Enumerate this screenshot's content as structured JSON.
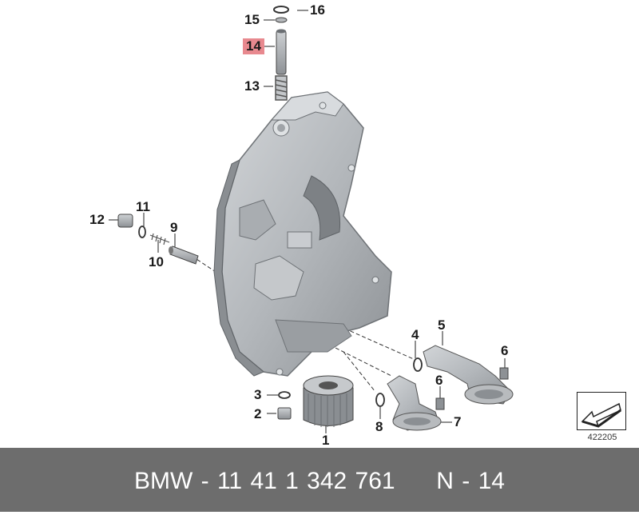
{
  "callouts": [
    {
      "id": "16",
      "label": "16"
    },
    {
      "id": "15",
      "label": "15"
    },
    {
      "id": "14",
      "label": "14",
      "highlighted": true
    },
    {
      "id": "13",
      "label": "13"
    },
    {
      "id": "12",
      "label": "12"
    },
    {
      "id": "11",
      "label": "11"
    },
    {
      "id": "9",
      "label": "9"
    },
    {
      "id": "10",
      "label": "10"
    },
    {
      "id": "4",
      "label": "4"
    },
    {
      "id": "5",
      "label": "5"
    },
    {
      "id": "6a",
      "label": "6"
    },
    {
      "id": "6b",
      "label": "6"
    },
    {
      "id": "7",
      "label": "7"
    },
    {
      "id": "8",
      "label": "8"
    },
    {
      "id": "3",
      "label": "3"
    },
    {
      "id": "2",
      "label": "2"
    },
    {
      "id": "1",
      "label": "1"
    }
  ],
  "reference_number": "422205",
  "footer": {
    "part_number": "BMW - 11 41 1 342 761",
    "position": "N - 14"
  },
  "colors": {
    "highlight": "#e8898f",
    "footer_bg": "#6d6d6d",
    "housing": "#b9bcbf"
  }
}
